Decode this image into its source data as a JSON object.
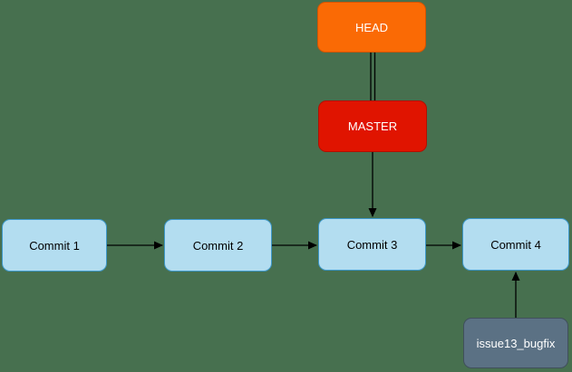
{
  "diagram": {
    "title": "Git branch diagram",
    "background": "#47704F",
    "edge_color": "#000000",
    "nodes": {
      "head": {
        "label": "HEAD",
        "fill": "#FA6A05",
        "stroke": "#D65400",
        "text_color": "#FFFFFF"
      },
      "master": {
        "label": "MASTER",
        "fill": "#E01400",
        "stroke": "#B30F00",
        "text_color": "#FFFFFF"
      },
      "commit1": {
        "label": "Commit 1",
        "fill": "#B3DDF0",
        "stroke": "#3D97C8",
        "text_color": "#000000"
      },
      "commit2": {
        "label": "Commit 2",
        "fill": "#B3DDF0",
        "stroke": "#3D97C8",
        "text_color": "#000000"
      },
      "commit3": {
        "label": "Commit 3",
        "fill": "#B3DDF0",
        "stroke": "#3D97C8",
        "text_color": "#000000"
      },
      "commit4": {
        "label": "Commit 4",
        "fill": "#B3DDF0",
        "stroke": "#3D97C8",
        "text_color": "#000000"
      },
      "issue13_bugfix": {
        "label": "issue13_bugfix",
        "fill": "#5B7184",
        "stroke": "#404F5C",
        "text_color": "#FFFFFF"
      }
    },
    "edges": [
      {
        "from": "head",
        "to": "master",
        "style": "double-line",
        "arrow": "none"
      },
      {
        "from": "master",
        "to": "commit3",
        "style": "solid",
        "arrow": "end"
      },
      {
        "from": "commit1",
        "to": "commit2",
        "style": "solid",
        "arrow": "end"
      },
      {
        "from": "commit2",
        "to": "commit3",
        "style": "solid",
        "arrow": "end"
      },
      {
        "from": "commit3",
        "to": "commit4",
        "style": "solid",
        "arrow": "end"
      },
      {
        "from": "issue13_bugfix",
        "to": "commit4",
        "style": "solid",
        "arrow": "end"
      }
    ]
  }
}
